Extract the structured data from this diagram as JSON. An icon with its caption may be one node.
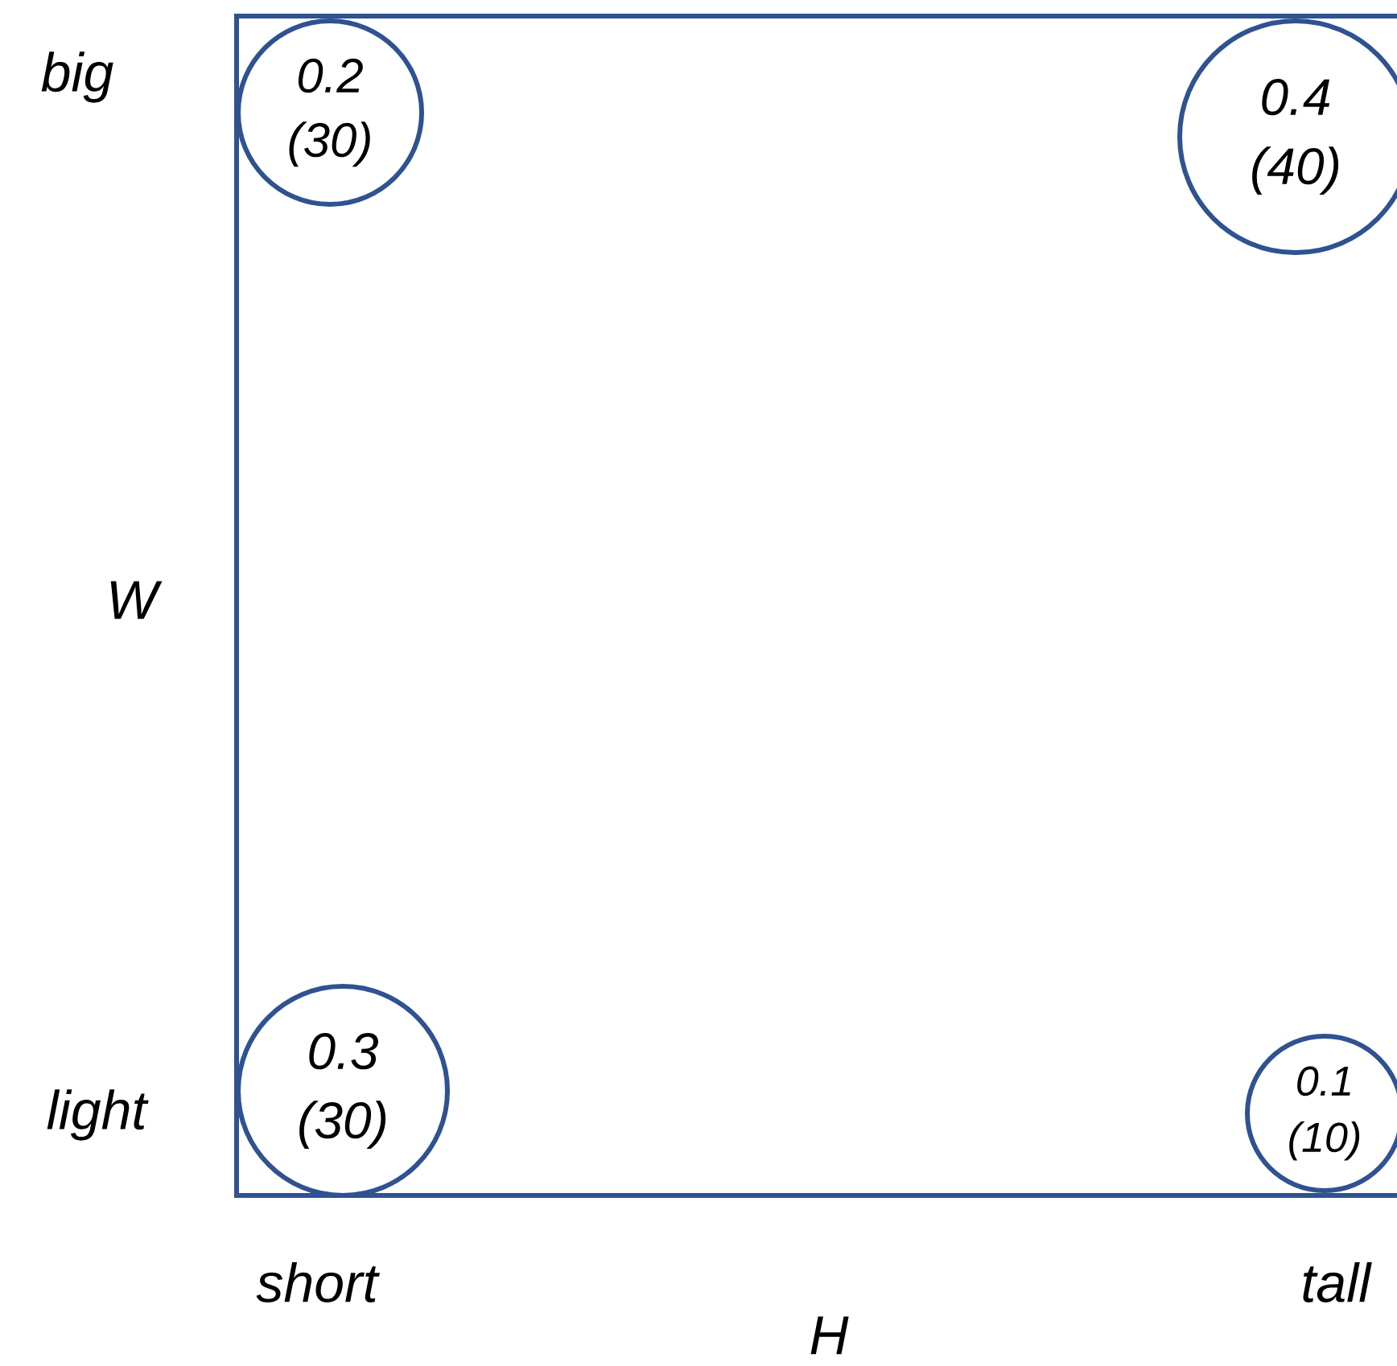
{
  "diagram": {
    "nodes": [
      {
        "text": [
          "0.2 (30)"
        ]
      },
      {
        "text": [
          "0.4 (40)"
        ]
      },
      {
        "text": [
          "0.3 (30)"
        ]
      },
      {
        "text": [
          "0.1 (10)"
        ]
      }
    ],
    "labels": [
      "big",
      "W",
      "light",
      "short",
      "H",
      "tall"
    ]
  }
}
